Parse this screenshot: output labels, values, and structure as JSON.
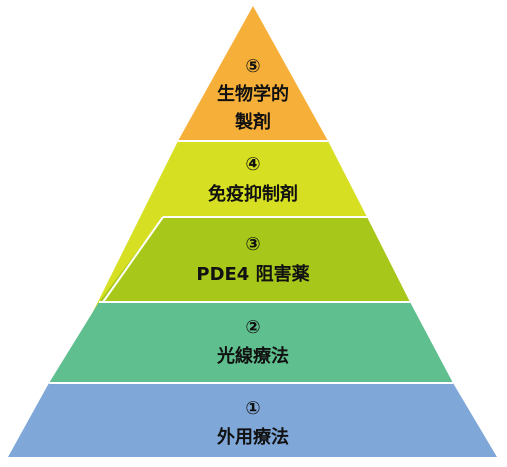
{
  "pyramid": {
    "levels": [
      {
        "number": "⑤",
        "lines": [
          "生物学的",
          "製剤"
        ],
        "color": "#f6b03a"
      },
      {
        "number": "④",
        "lines": [
          "免疫抑制剤"
        ],
        "color": "#d6df22"
      },
      {
        "number": "③",
        "lines": [
          "PDE4 阻害薬"
        ],
        "color": "#a7c81b"
      },
      {
        "number": "②",
        "lines": [
          "光線療法"
        ],
        "color": "#5fbf8f"
      },
      {
        "number": "①",
        "lines": [
          "外用療法"
        ],
        "color": "#7fa8d8"
      }
    ]
  }
}
